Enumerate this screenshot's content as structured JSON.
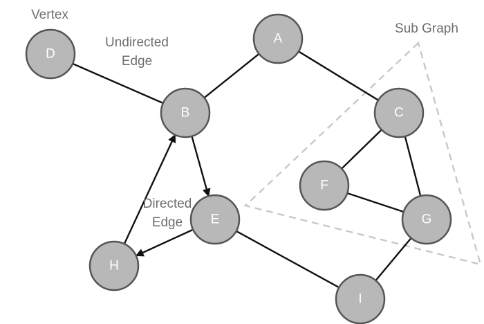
{
  "labels": {
    "vertex": "Vertex",
    "undirected_edge": [
      "Undirected",
      "Edge"
    ],
    "subgraph": "Sub Graph",
    "directed_edge": [
      "Directed",
      "Edge"
    ]
  },
  "nodes": [
    {
      "id": "A",
      "label": "A"
    },
    {
      "id": "B",
      "label": "B"
    },
    {
      "id": "C",
      "label": "C"
    },
    {
      "id": "D",
      "label": "D"
    },
    {
      "id": "E",
      "label": "E"
    },
    {
      "id": "F",
      "label": "F"
    },
    {
      "id": "G",
      "label": "G"
    },
    {
      "id": "H",
      "label": "H"
    },
    {
      "id": "I",
      "label": "I"
    }
  ],
  "edges": [
    {
      "from": "D",
      "to": "B",
      "directed": false
    },
    {
      "from": "B",
      "to": "A",
      "directed": false
    },
    {
      "from": "A",
      "to": "C",
      "directed": false
    },
    {
      "from": "C",
      "to": "F",
      "directed": false
    },
    {
      "from": "C",
      "to": "G",
      "directed": false
    },
    {
      "from": "F",
      "to": "G",
      "directed": false
    },
    {
      "from": "G",
      "to": "I",
      "directed": false
    },
    {
      "from": "E",
      "to": "I",
      "directed": false
    },
    {
      "from": "B",
      "to": "E",
      "directed": true
    },
    {
      "from": "H",
      "to": "B",
      "directed": true
    },
    {
      "from": "E",
      "to": "H",
      "directed": true
    }
  ],
  "colors": {
    "node_fill": "#b8b8b8",
    "node_stroke": "#555555",
    "node_text": "#ffffff",
    "edge": "#111111",
    "subgraph_outline": "#c8c8c8",
    "annotation_text": "#6e6e6e"
  }
}
